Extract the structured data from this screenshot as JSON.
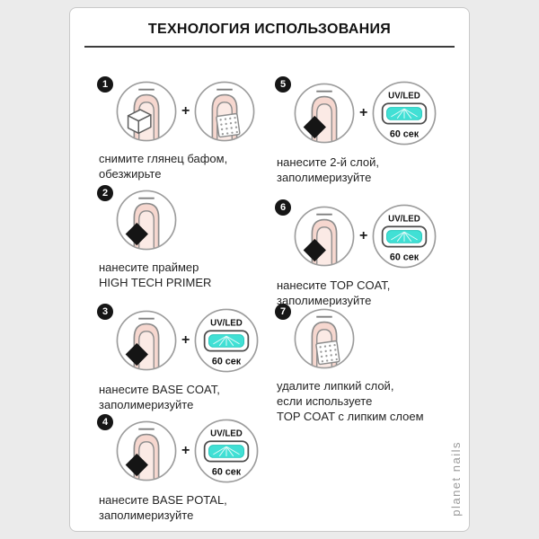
{
  "header": {
    "title": "ТЕХНОЛОГИЯ ИСПОЛЬЗОВАНИЯ"
  },
  "plus": "+",
  "lamp": {
    "label": "UV/LED",
    "duration": "60 сек"
  },
  "steps": [
    {
      "num": "1",
      "caption": [
        "снимите глянец бафом,",
        "обезжирьте"
      ]
    },
    {
      "num": "2",
      "caption": [
        "нанесите праймер",
        "HIGH TECH PRIMER"
      ]
    },
    {
      "num": "3",
      "caption": [
        "нанесите BASE COAT,",
        "заполимеризуйте"
      ]
    },
    {
      "num": "4",
      "caption": [
        "нанесите BASE POTAL,",
        "заполимеризуйте"
      ]
    },
    {
      "num": "5",
      "caption": [
        "нанесите 2-й слой,",
        "заполимеризуйте"
      ]
    },
    {
      "num": "6",
      "caption": [
        "нанесите TOP COAT,",
        "заполимеризуйте"
      ]
    },
    {
      "num": "7",
      "caption": [
        "удалите липкий слой,",
        "если используете",
        "TOP COAT с липким слоем"
      ]
    }
  ],
  "brand": {
    "vertical_text": "planet nails"
  },
  "colors": {
    "background": "#ebebeb",
    "card_border": "#c9c9c9",
    "badge": "#161616",
    "glass": "#41e0d5",
    "skin": "#f6d7cf",
    "nail_plate": "#fbeae5",
    "brand_gray": "#9a9a9a"
  }
}
